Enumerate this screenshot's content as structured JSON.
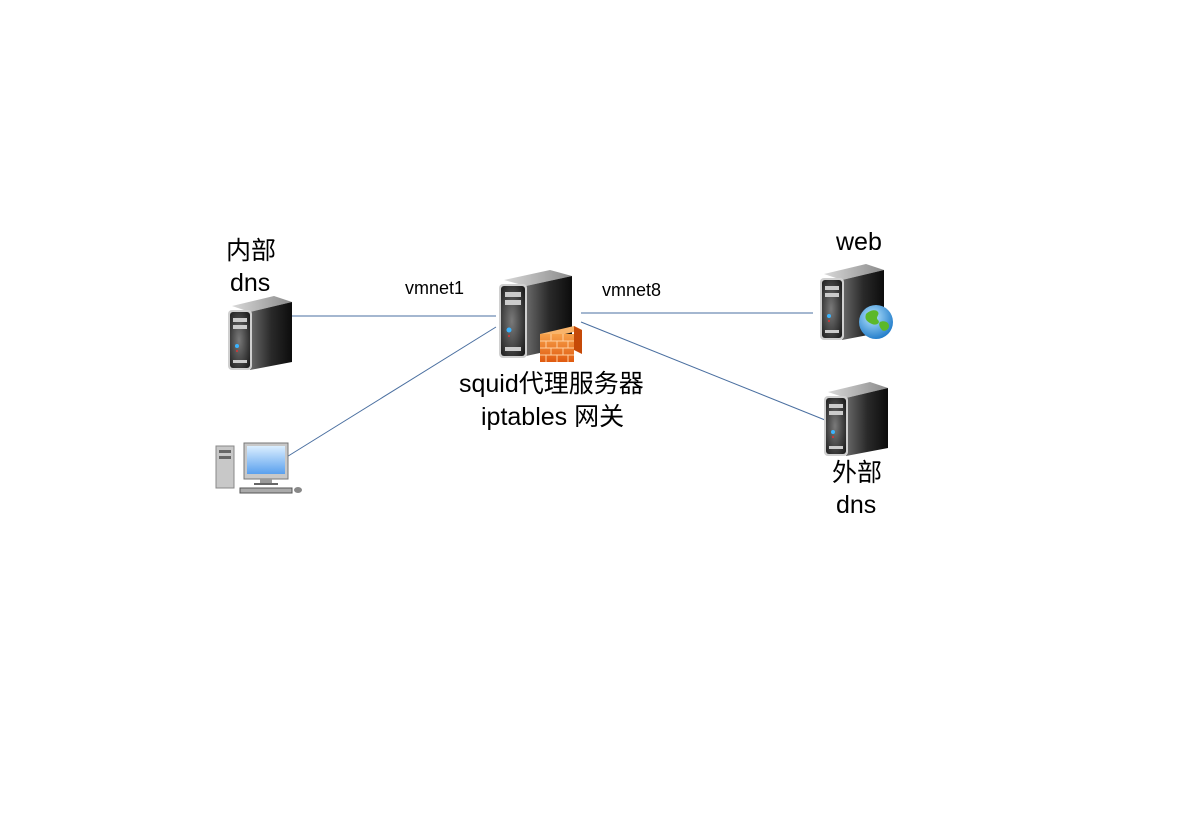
{
  "diagram": {
    "nodes": [
      {
        "id": "internal-dns",
        "label_line1": "内部",
        "label_line2": "dns",
        "type": "server"
      },
      {
        "id": "gateway",
        "label_line1": "squid代理服务器",
        "label_line2": "iptables 网关",
        "type": "server-firewall"
      },
      {
        "id": "web",
        "label_line1": "web",
        "type": "server-globe"
      },
      {
        "id": "external-dns",
        "label_line1": "外部",
        "label_line2": "dns",
        "type": "server"
      },
      {
        "id": "client-pc",
        "type": "desktop-pc"
      }
    ],
    "links": [
      {
        "from": "internal-dns",
        "to": "gateway",
        "label": "vmnet1"
      },
      {
        "from": "client-pc",
        "to": "gateway",
        "label": ""
      },
      {
        "from": "gateway",
        "to": "web",
        "label": "vmnet8"
      },
      {
        "from": "gateway",
        "to": "external-dns",
        "label": ""
      }
    ],
    "link_color": "#4a6fa0"
  }
}
